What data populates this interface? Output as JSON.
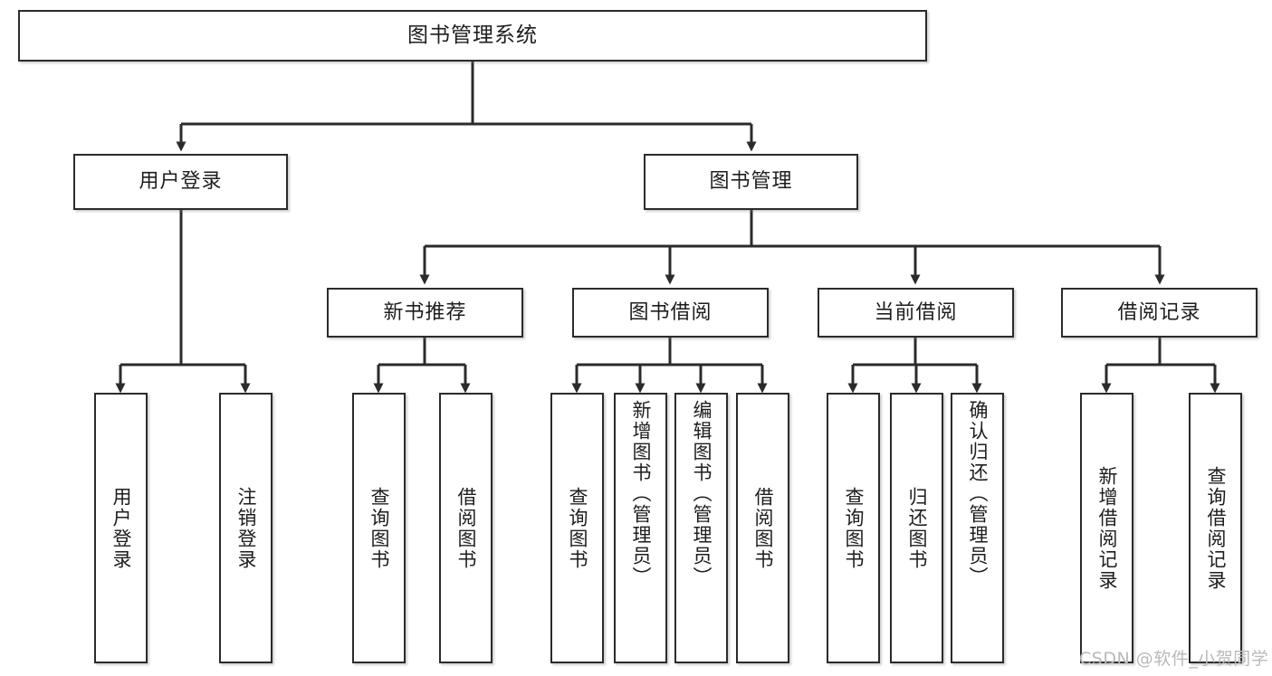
{
  "diagram": {
    "title_node": {
      "label": "图书管理系统"
    },
    "level2": [
      {
        "id": "user-login",
        "label": "用户登录"
      },
      {
        "id": "book-management",
        "label": "图书管理"
      }
    ],
    "level3": [
      {
        "id": "new-book-recommend",
        "label": "新书推荐"
      },
      {
        "id": "book-borrow",
        "label": "图书借阅"
      },
      {
        "id": "current-borrow",
        "label": "当前借阅"
      },
      {
        "id": "borrow-record",
        "label": "借阅记录"
      }
    ],
    "leaves": [
      {
        "id": "leaf-user-login",
        "label": "用户登录",
        "parent": "user-login"
      },
      {
        "id": "leaf-logout",
        "label": "注销登录",
        "parent": "user-login"
      },
      {
        "id": "leaf-query-book-1",
        "label": "查询图书",
        "parent": "new-book-recommend"
      },
      {
        "id": "leaf-borrow-book-1",
        "label": "借阅图书",
        "parent": "new-book-recommend"
      },
      {
        "id": "leaf-query-book-2",
        "label": "查询图书",
        "parent": "book-borrow"
      },
      {
        "id": "leaf-add-book",
        "label": "新增图书（管理员）",
        "parent": "book-borrow"
      },
      {
        "id": "leaf-edit-book",
        "label": "编辑图书（管理员）",
        "parent": "book-borrow"
      },
      {
        "id": "leaf-borrow-book-2",
        "label": "借阅图书",
        "parent": "book-borrow"
      },
      {
        "id": "leaf-query-book-3",
        "label": "查询图书",
        "parent": "current-borrow"
      },
      {
        "id": "leaf-return-book",
        "label": "归还图书",
        "parent": "current-borrow"
      },
      {
        "id": "leaf-confirm-return",
        "label": "确认归还（管理员）",
        "parent": "current-borrow"
      },
      {
        "id": "leaf-add-record",
        "label": "新增借阅记录",
        "parent": "borrow-record"
      },
      {
        "id": "leaf-query-record",
        "label": "查询借阅记录",
        "parent": "borrow-record"
      }
    ]
  },
  "watermark": {
    "text": "CSDN @软件_小贺同学"
  },
  "colors": {
    "border": "#2b2b2b",
    "background": "#ffffff",
    "text": "#1d1d1d",
    "watermark": "#b9b9b9"
  }
}
